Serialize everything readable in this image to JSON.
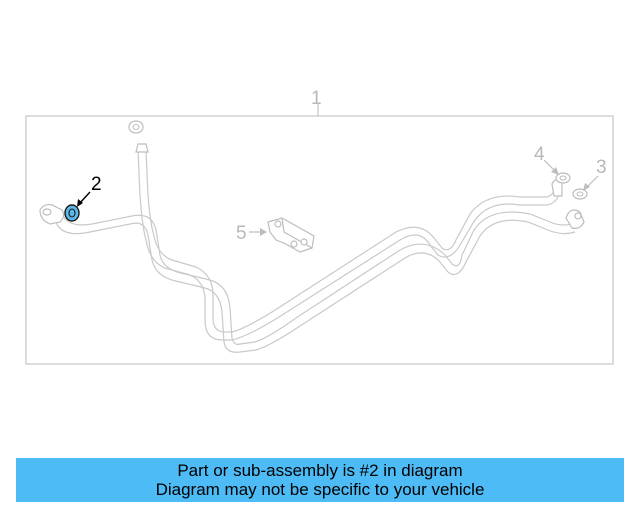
{
  "diagram": {
    "callouts": {
      "c1": "1",
      "c2": "2",
      "c3": "3",
      "c4": "4",
      "c5": "5"
    },
    "highlight_color": "#5bb8e8",
    "part_color": "#bdbdbd"
  },
  "banner": {
    "line1": "Part or sub-assembly is #2 in diagram",
    "line2": "Diagram may not be specific to your vehicle",
    "background": "#4dbbf5"
  }
}
